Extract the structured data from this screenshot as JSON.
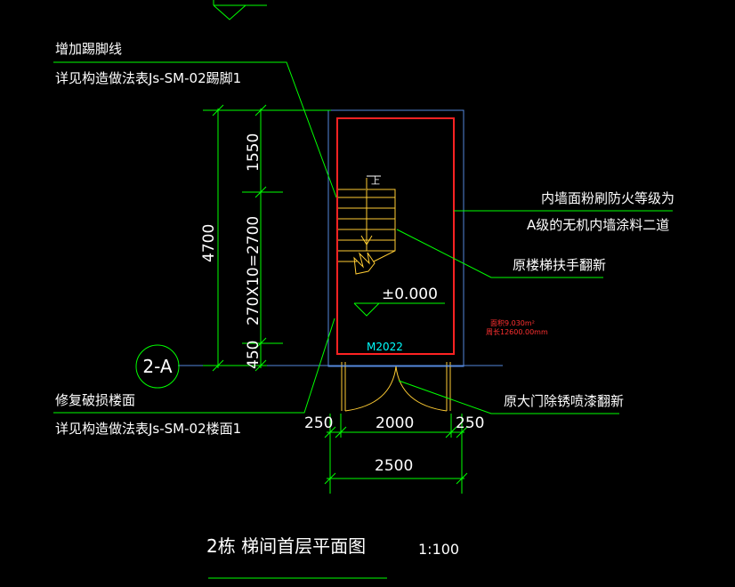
{
  "annotations": {
    "skirting_title": "增加踢脚线",
    "skirting_ref": "详见构造做法表Js-SM-02踢脚1",
    "wall_fire_line1": "内墙面粉刷防火等级为",
    "wall_fire_line2": "A级的无机内墙涂料二道",
    "handrail": "原楼梯扶手翻新",
    "floor_repair_title": "修复破损楼面",
    "floor_repair_ref": "详见构造做法表Js-SM-02楼面1",
    "door_renew": "原大门除锈喷漆翻新",
    "up_mark": "上"
  },
  "dimensions": {
    "overall_height": "4700",
    "seg_top": "1550",
    "seg_mid": "270X10=2700",
    "seg_bottom": "450",
    "left_wall": "250",
    "door_width": "2000",
    "right_wall": "250",
    "overall_width": "2500"
  },
  "level_mark": "±0.000",
  "door_tag": "M2022",
  "area_note": {
    "area": "面积9.030m²",
    "perimeter": "周长12600.00mm"
  },
  "axis_label": "2-A",
  "title": {
    "main": "2栋  梯间首层平面图",
    "scale": "1:100"
  },
  "colors": {
    "background": "#000000",
    "dimension": "#00ff00",
    "text": "#ffffff",
    "wall": "#ff2222",
    "stair": "#ffcc33",
    "outline": "#5588dd",
    "door_tag": "#00ffff",
    "note_red": "#ff3030"
  }
}
